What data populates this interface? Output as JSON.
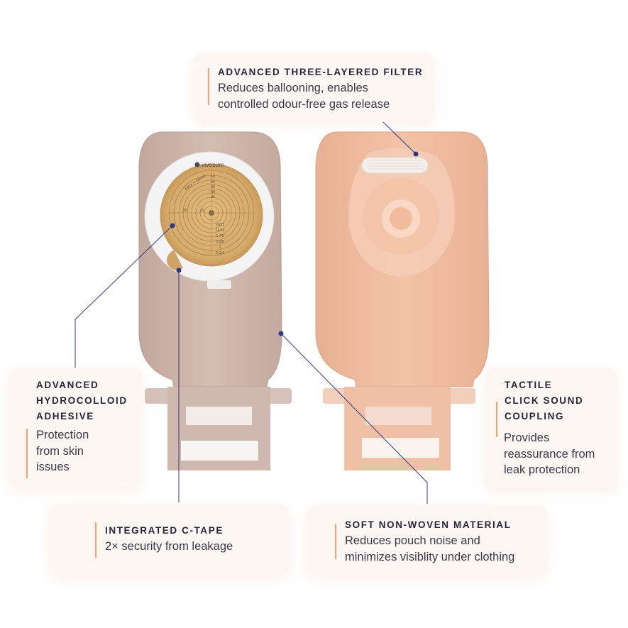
{
  "product": {
    "brand_logo_text": "vivosure",
    "flange_ring_labels": [
      "60",
      "50",
      "45",
      "40",
      "35",
      "30",
      "25",
      "19/25",
      "13/16",
      "1 7/8",
      "1 5/8",
      "2",
      "2 1/4"
    ],
    "max_label": "MAX ✂ 60mm"
  },
  "callouts": {
    "filter": {
      "title": "ADVANCED THREE-LAYERED FILTER",
      "desc_line1": "Reduces ballooning, enables",
      "desc_line2": "controlled odour-free gas release"
    },
    "hydrocolloid": {
      "title_line1": "ADVANCED",
      "title_line2": "HYDROCOLLOID",
      "title_line3": "ADHESIVE",
      "desc_line1": "Protection",
      "desc_line2": "from skin",
      "desc_line3": "issues"
    },
    "coupling": {
      "title_line1": "TACTILE",
      "title_line2": "CLICK SOUND",
      "title_line3": "COUPLING",
      "desc_line1": "Provides",
      "desc_line2": "reassurance from",
      "desc_line3": "leak protection"
    },
    "ctape": {
      "title": "INTEGRATED C-TAPE",
      "desc": "2× security from leakage"
    },
    "nonwoven": {
      "title": "SOFT NON-WOVEN MATERIAL",
      "desc_line1": "Reduces pouch noise and",
      "desc_line2": "minimizes visiblity under clothing"
    }
  },
  "colors": {
    "accent_bar": "#f0a36e",
    "leader_line": "#2c3a85",
    "card_bg": "#fdf7f3",
    "pouch_left": "#cdb4a8",
    "pouch_right": "#efbba0",
    "flange_gold": "#d6aa6c"
  }
}
